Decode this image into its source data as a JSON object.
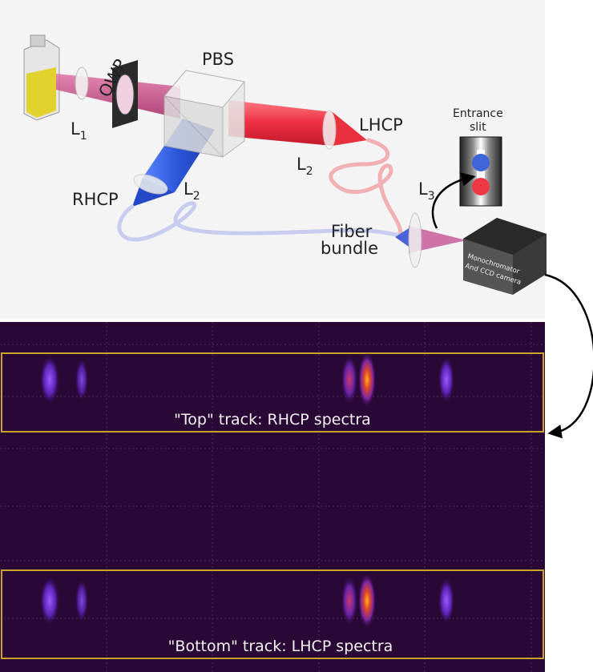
{
  "diagram": {
    "labels": {
      "qwp": "QWP",
      "pbs": "PBS",
      "l1": "L",
      "l1_sub": "1",
      "l2_rhcp": "L",
      "l2_rhcp_sub": "2",
      "l2_lhcp": "L",
      "l2_lhcp_sub": "2",
      "l3": "L",
      "l3_sub": "3",
      "lhcp": "LHCP",
      "rhcp": "RHCP",
      "fiber_line1": "Fiber",
      "fiber_line2": "bundle",
      "entrance_line1": "Entrance",
      "entrance_line2": "slit",
      "camera_line1": "Monochromator",
      "camera_line2": "And CCD camera"
    },
    "colors": {
      "rhcp": "#2f5fe0",
      "lhcp": "#f03a4a",
      "sample": "#e6d21a",
      "ccd_background": "#2a0836",
      "track_border": "#c9a227"
    }
  },
  "spectra": {
    "top_track_label": "\"Top\" track: RHCP spectra",
    "bottom_track_label": "\"Bottom\" track: LHCP spectra"
  }
}
